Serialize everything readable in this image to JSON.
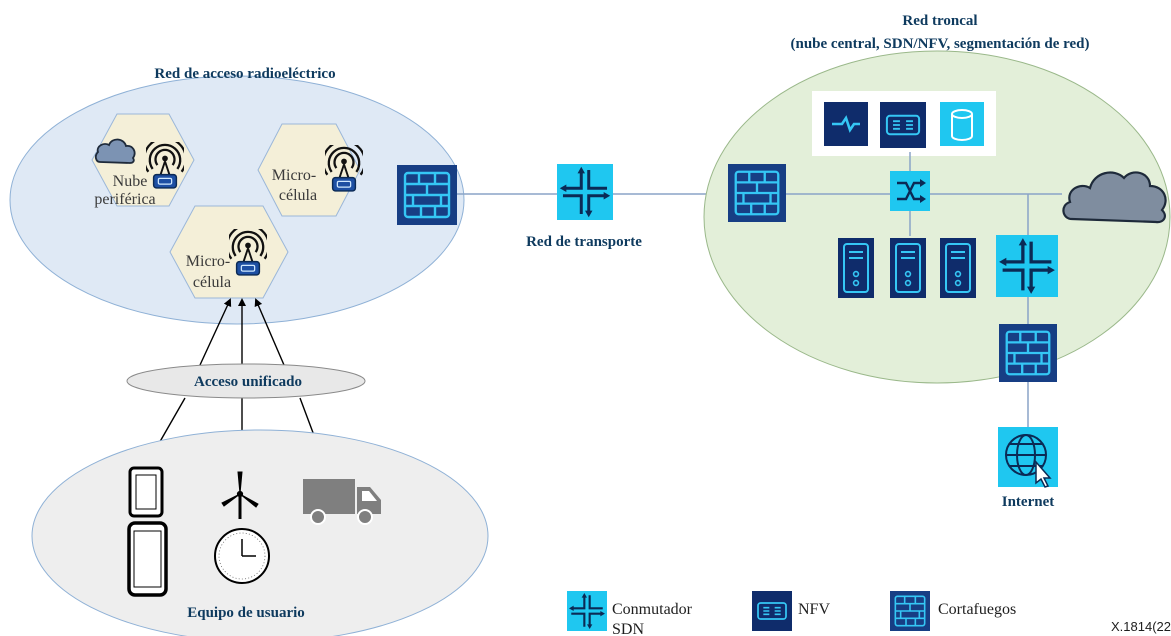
{
  "regions": {
    "ran_title": "Red de acceso radioeléctrico",
    "core_title_line1": "Red troncal",
    "core_title_line2": "(nube central, SDN/NFV, segmentación de red)",
    "transport_label": "Red de transporte",
    "unified_access": "Acceso unificado",
    "user_equipment": "Equipo de usuario",
    "internet": "Internet"
  },
  "cells": {
    "edge_cloud_line1": "Nube",
    "edge_cloud_line2": "periférica",
    "micro1_line1": "Micro-",
    "micro1_line2": "célula",
    "micro2_line1": "Micro-",
    "micro2_line2": "célula"
  },
  "legend": {
    "sdn_line1": "Conmutador",
    "sdn_line2": "SDN",
    "nfv": "NFV",
    "firewall": "Cortafuegos"
  },
  "figure_id": "X.1814(22",
  "colors": {
    "ellipse_blue": "#dfe9f5",
    "ellipse_green": "#e3efd9",
    "ellipse_grey": "#eeeeee",
    "hex_fill": "#f4efd8",
    "sdn_cyan": "#1fc7f0",
    "nfv_navy": "#0f2c6b",
    "firewall_navy": "#173e84"
  }
}
